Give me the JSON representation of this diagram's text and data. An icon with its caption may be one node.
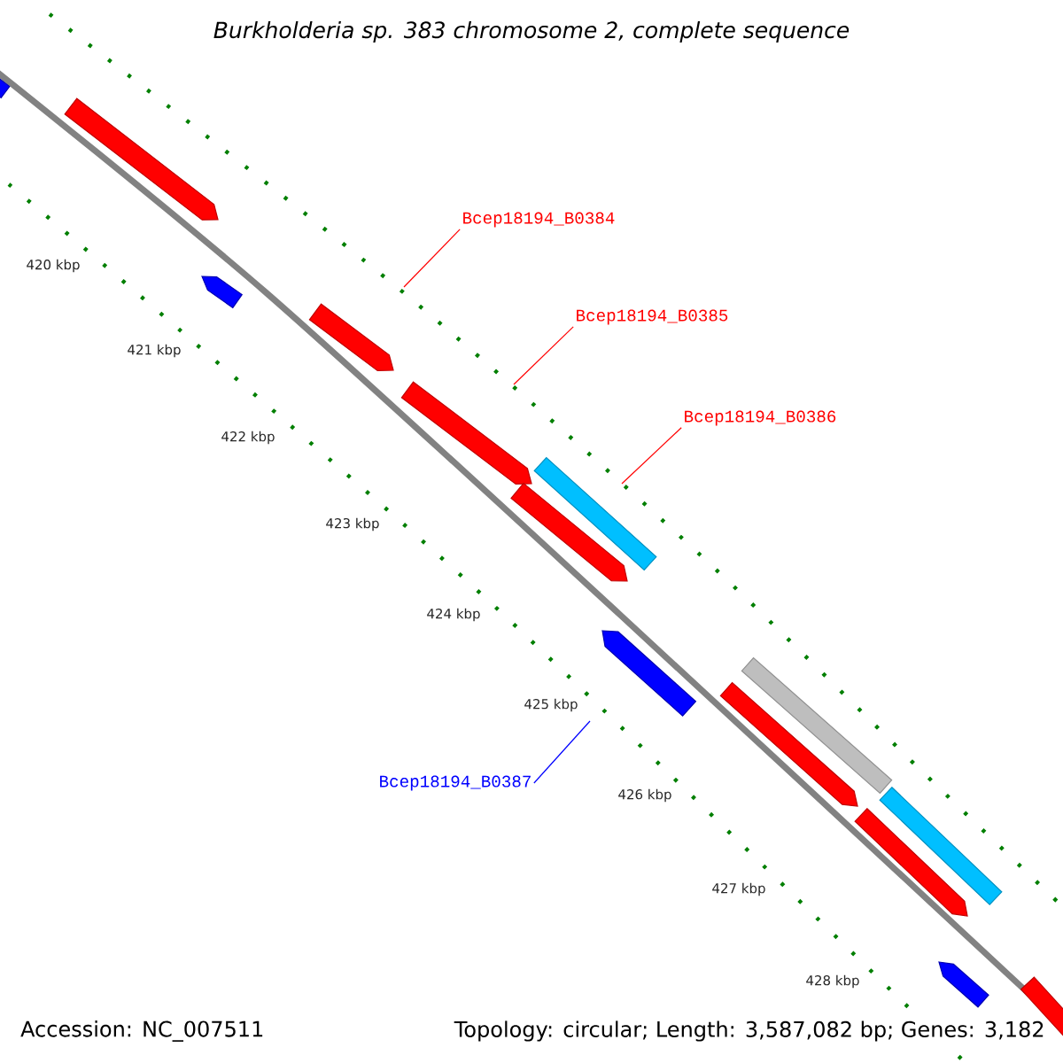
{
  "diagram": {
    "title": "Burkholderia sp. 383 chromosome 2, complete sequence",
    "nodes": [
      {
        "text": [
          "Bcep18194_B0384"
        ]
      },
      {
        "text": [
          "Bcep18194_B0385"
        ]
      },
      {
        "text": [
          "Bcep18194_B0386"
        ]
      },
      {
        "text": [
          "Bcep18194_B0387"
        ]
      }
    ],
    "edges": [
      {
        "from": 0,
        "to": null,
        "arrow": "none"
      },
      {
        "from": 1,
        "to": null,
        "arrow": "none"
      },
      {
        "from": 2,
        "to": null,
        "arrow": "none"
      },
      {
        "from": 3,
        "to": null,
        "arrow": "none",
        "color": "#0000ff"
      }
    ],
    "labels": [
      "420 kbp",
      "421 kbp",
      "422 kbp",
      "423 kbp",
      "424 kbp",
      "425 kbp",
      "426 kbp",
      "427 kbp",
      "428 kbp",
      "Accession: NC_007511",
      "Topology: circular; Length: 3,587,082 bp; Genes: 3,182"
    ]
  }
}
